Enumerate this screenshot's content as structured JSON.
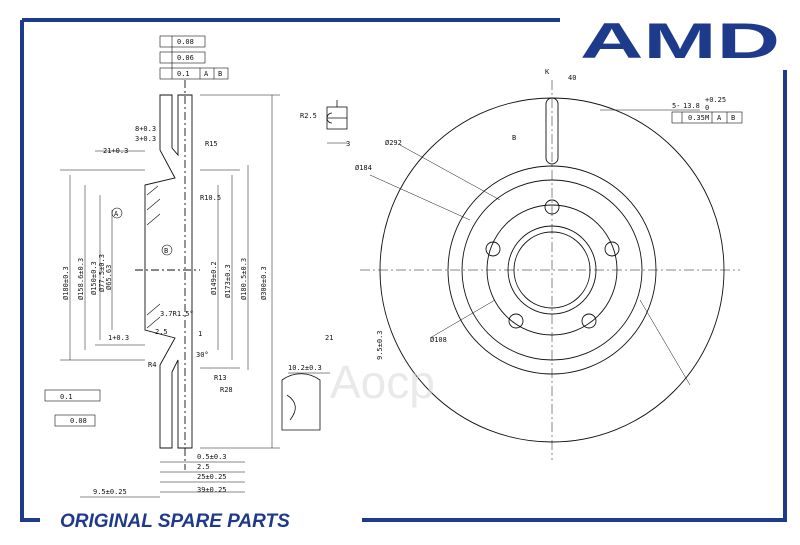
{
  "brand": {
    "logo_text": "AMD"
  },
  "footer": {
    "text": "ORIGINAL SPARE PARTS"
  },
  "watermark": {
    "text": "Aocp"
  },
  "colors": {
    "frame": "#1e3a8a",
    "line": "#111111",
    "watermark": "#d0d0d0"
  },
  "section": {
    "tolerance_frame": [
      "0.08",
      "0.06",
      "0.1"
    ],
    "tolerance_frame_refs": [
      "A",
      "B"
    ],
    "dims_top": [
      "8+0.3",
      "3+0.3",
      "21+0.3"
    ],
    "radii": [
      "R15",
      "R10.5",
      "R4",
      "R13",
      "R28"
    ],
    "vertical_dims": [
      "Ø180±0.3",
      "Ø158.6±0.3",
      "Ø150±0.3",
      "Ø77.5±0.3",
      "Ø65.63",
      "Ø149±0.2",
      "Ø173±0.3",
      "Ø180.5±0.3",
      "Ø300±0.3"
    ],
    "small_dims": [
      "1+0.3",
      "3.7R1.5°",
      "2.5",
      "30°",
      "1"
    ],
    "bottom_dims": [
      "0.5±0.3",
      "2.5",
      "25±0.25",
      "39±0.25",
      "9.5±0.25"
    ],
    "left_frames": [
      "0.1",
      "0.08"
    ],
    "datum_labels": [
      "A",
      "B"
    ]
  },
  "detail": {
    "r_label": "R2.5",
    "dim": "3",
    "slot_dims": [
      "10.2±0.3",
      "9.5±0.3"
    ]
  },
  "face_view": {
    "dims": [
      "Ø292",
      "Ø184",
      "Ø108",
      "21",
      "40",
      "K",
      "B"
    ],
    "hole_callout": [
      "5-",
      "13.8",
      "+0.25",
      "0",
      "0.35",
      "M",
      "A",
      "B"
    ]
  }
}
